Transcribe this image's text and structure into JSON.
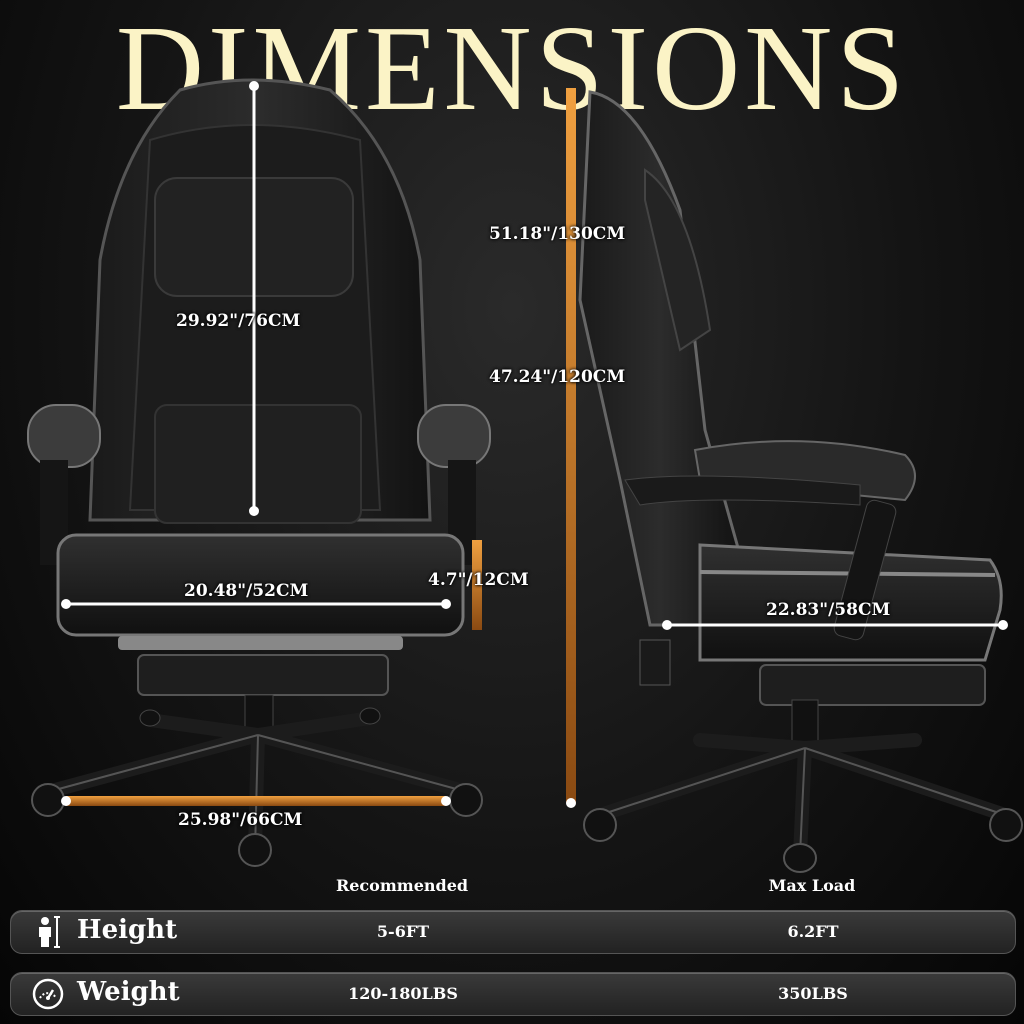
{
  "title": "DIMENSIONS",
  "dimensions": {
    "headrest_to_seat": "29.92\"/76CM",
    "seat_width": "20.48\"/52CM",
    "seat_thickness": "4.7\"/12CM",
    "base_width": "25.98\"/66CM",
    "max_height": "51.18\"/130CM",
    "min_height": "47.24\"/120CM",
    "seat_depth": "22.83\"/58CM"
  },
  "table": {
    "col_recommended": "Recommended",
    "col_max": "Max Load",
    "rows": [
      {
        "label": "Height",
        "icon": "person-height-icon",
        "recommended": "5-6FT",
        "max": "6.2FT"
      },
      {
        "label": "Weight",
        "icon": "scale-gauge-icon",
        "recommended": "120-180LBS",
        "max": "350LBS"
      }
    ]
  },
  "colors": {
    "title": "#fbf3c6",
    "accent": "#e08a2a"
  }
}
